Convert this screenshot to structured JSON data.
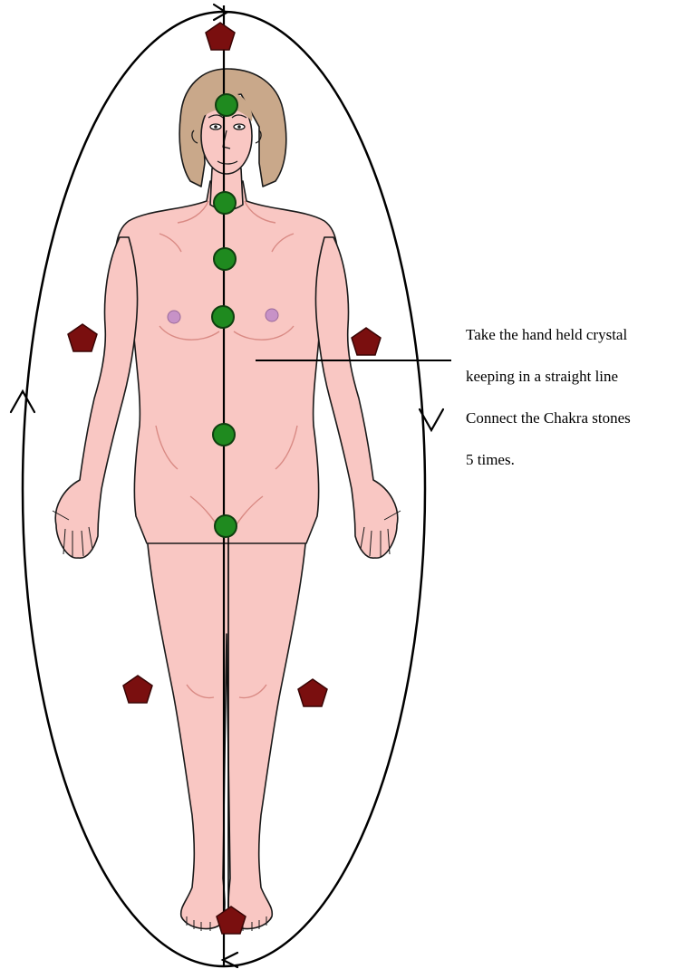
{
  "instruction": {
    "lines": [
      "Take the hand held crystal",
      "keeping in a straight line",
      "Connect the Chakra stones",
      "5 times."
    ]
  },
  "colors": {
    "skin": "#f9c7c3",
    "skin_outline": "#1a1a1a",
    "skin_shade": "#e7a6a0",
    "hair": "#c9a88a",
    "chakra_stone": "#1f8a1f",
    "grid_stone": "#7a0f0f",
    "line": "#000000",
    "nipple": "#c792c7"
  },
  "icons": {
    "chakra_stone": "green-circle-icon",
    "grid_stone": "red-pentagon-icon",
    "direction_arrow": "chevron-arrow-icon"
  }
}
